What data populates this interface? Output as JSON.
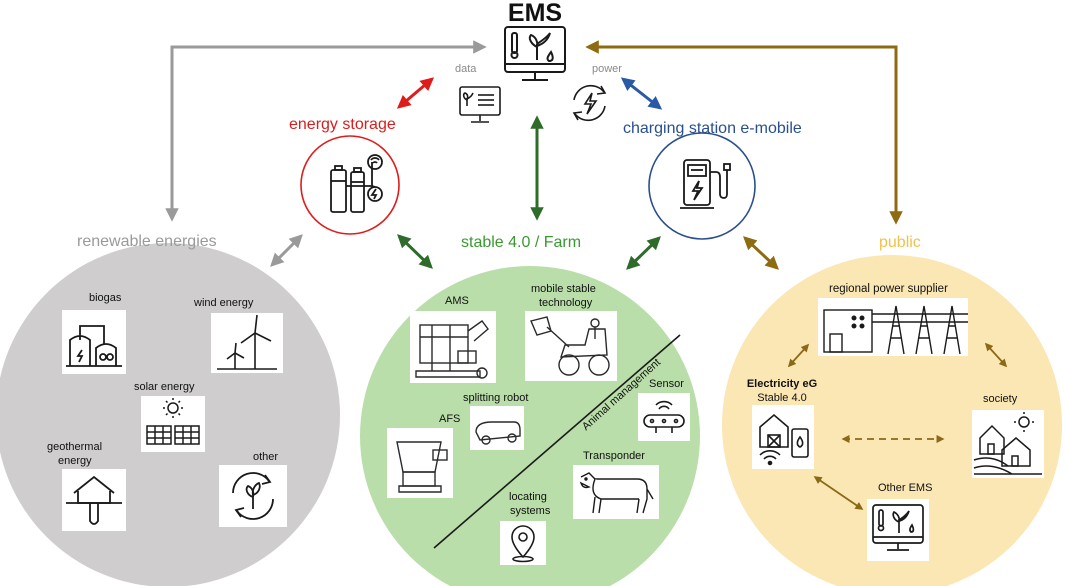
{
  "title": "EMS",
  "flow_labels": {
    "data": "data",
    "power": "power"
  },
  "nodes": {
    "energy_storage": "energy storage",
    "charging_station": "charging station e-mobile",
    "renewable": "renewable energies",
    "stable": "stable 4.0 / Farm",
    "public": "public"
  },
  "renewable_items": {
    "biogas": "biogas",
    "wind": "wind energy",
    "solar": "solar energy",
    "geothermal_line1": "geothermal",
    "geothermal_line2": "energy",
    "other": "other"
  },
  "farm_items": {
    "ams": "AMS",
    "mobile_line1": "mobile stable",
    "mobile_line2": "technology",
    "afs": "AFS",
    "splitting": "splitting robot",
    "sensor": "Sensor",
    "transponder": "Transponder",
    "locating_line1": "locating",
    "locating_line2": "systems",
    "animal_mgmt": "Animal management"
  },
  "public_items": {
    "supplier": "regional power supplier",
    "electricity": "Electricity eG",
    "stable40": "Stable 4.0",
    "society": "society",
    "other_ems": "Other EMS"
  },
  "colors": {
    "gray": "#9a9a9a",
    "gray_circle": "#cfcdcd",
    "green_circle": "#b9dea9",
    "yellow_circle": "#fbe7b4",
    "red": "#e01b1b",
    "navy": "#2a5aa5",
    "dark_green": "#2f6b2a",
    "olive": "#8e6a10",
    "stable_text": "#3a9a30",
    "public_text": "#f0c24a",
    "storage_text": "#d81e1e",
    "charging_text": "#2a4f8e"
  }
}
